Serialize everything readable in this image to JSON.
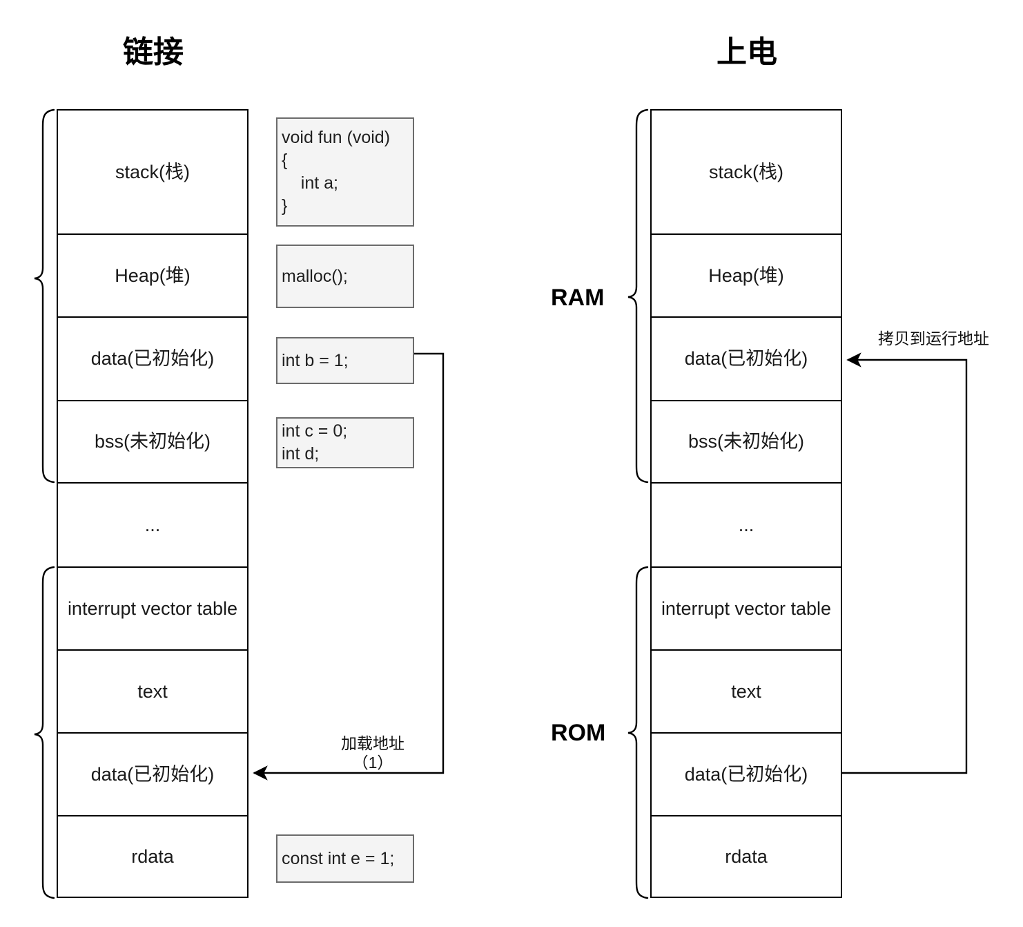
{
  "diagram": {
    "left_title": "链接",
    "right_title": "上电"
  },
  "left_panel": {
    "title": "链接",
    "rows": [
      {
        "label": "stack(栈)"
      },
      {
        "label": "Heap(堆)"
      },
      {
        "label": "data(已初始化)"
      },
      {
        "label": "bss(未初始化)"
      },
      {
        "label": "..."
      },
      {
        "label": "interrupt vector table"
      },
      {
        "label": "text"
      },
      {
        "label": "data(已初始化)"
      },
      {
        "label": "rdata"
      }
    ],
    "code_boxes": [
      {
        "text": "void fun (void)\n{\n    int a;\n}"
      },
      {
        "text": "malloc();"
      },
      {
        "text": "int b = 1;"
      },
      {
        "text": "int c = 0;\nint d;"
      },
      {
        "text": "const int e = 1;"
      }
    ],
    "arrow_label": "加载地址\n（1）"
  },
  "right_panel": {
    "title": "上电",
    "rows": [
      {
        "label": "stack(栈)"
      },
      {
        "label": "Heap(堆)"
      },
      {
        "label": "data(已初始化)"
      },
      {
        "label": "bss(未初始化)"
      },
      {
        "label": "..."
      },
      {
        "label": "interrupt vector table"
      },
      {
        "label": "text"
      },
      {
        "label": "data(已初始化)"
      },
      {
        "label": "rdata"
      }
    ],
    "ram_label": "RAM",
    "rom_label": "ROM",
    "arrow_label": "拷贝到运行地址"
  },
  "colors": {
    "stroke": "#000000",
    "code_border": "#6b6b6b",
    "code_fill": "#f4f4f4",
    "text": "#1a1a1a",
    "background": "#ffffff"
  }
}
